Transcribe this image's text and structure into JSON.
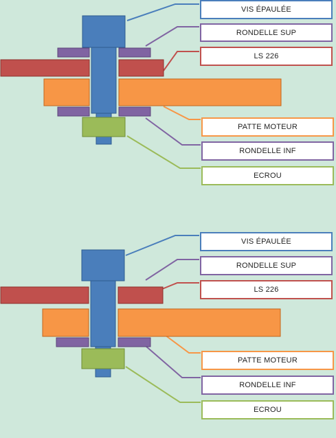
{
  "colors": {
    "background": "#cfe8db",
    "vis": "#4a7ebb",
    "vis_border": "#2e5c8f",
    "rondelle": "#8064a2",
    "rondelle_border": "#5c4479",
    "ls226": "#c0504d",
    "ls226_border": "#8e2f2c",
    "patte": "#f79646",
    "patte_border": "#c0661e",
    "ecrou": "#9bbb59",
    "ecrou_border": "#6f8c35"
  },
  "diagrams": [
    {
      "labels": {
        "vis": "VIS ÉPAULÉE",
        "rondelle_sup": "RONDELLE SUP",
        "ls226": "LS 226",
        "patte": "PATTE MOTEUR",
        "rondelle_inf": "RONDELLE INF",
        "ecrou": "ECROU"
      }
    },
    {
      "labels": {
        "vis": "VIS ÉPAULÉE",
        "rondelle_sup": "RONDELLE SUP",
        "ls226": "LS 226",
        "patte": "PATTE MOTEUR",
        "rondelle_inf": "RONDELLE INF",
        "ecrou": "ECROU"
      }
    }
  ]
}
